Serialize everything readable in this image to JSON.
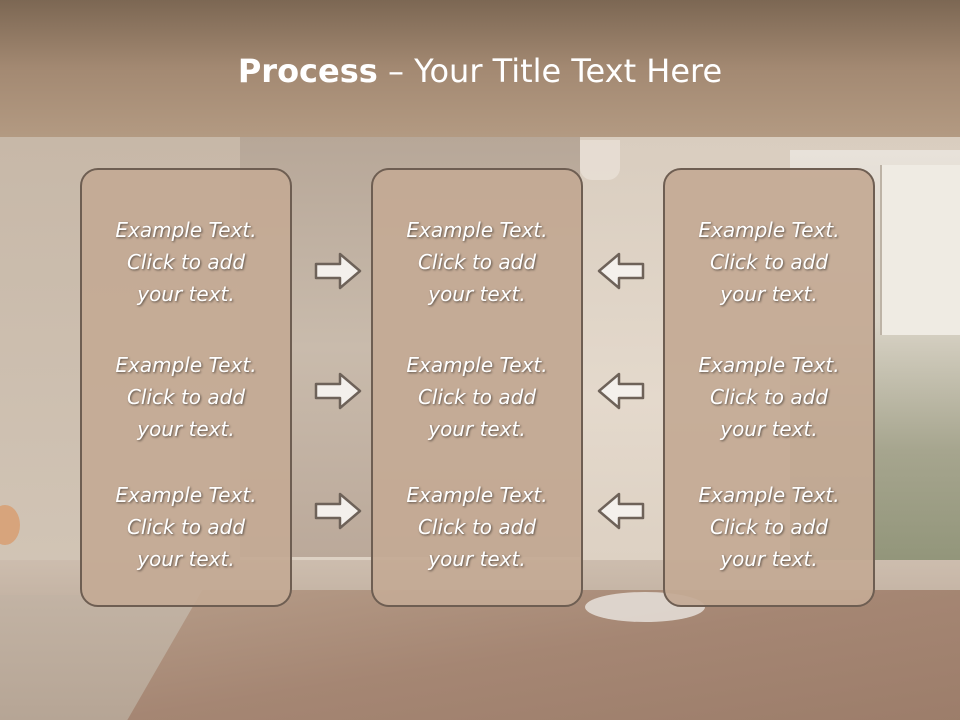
{
  "title": {
    "bold": "Process",
    "rest": " – Your Title Text Here"
  },
  "columns": [
    {
      "items": [
        "Example Text.\nClick  to add\nyour text.",
        "Example Text.\nClick  to add\nyour text.",
        "Example Text.\nClick  to add\nyour text."
      ]
    },
    {
      "items": [
        "Example Text.\nClick  to add\nyour text.",
        "Example Text.\nClick  to add\nyour text.",
        "Example Text.\nClick  to add\nyour text."
      ]
    },
    {
      "items": [
        "Example Text.\nClick  to add\nyour text.",
        "Example Text.\nClick  to add\nyour text.",
        "Example Text.\nClick  to add\nyour text."
      ]
    }
  ],
  "arrows": {
    "left_group": "arrow-right-icon",
    "right_group": "arrow-left-icon"
  },
  "colors": {
    "title_bar": "#a38972",
    "panel": "#c4aa94",
    "panel_border": "#6e5e52",
    "text": "#ffffff"
  }
}
